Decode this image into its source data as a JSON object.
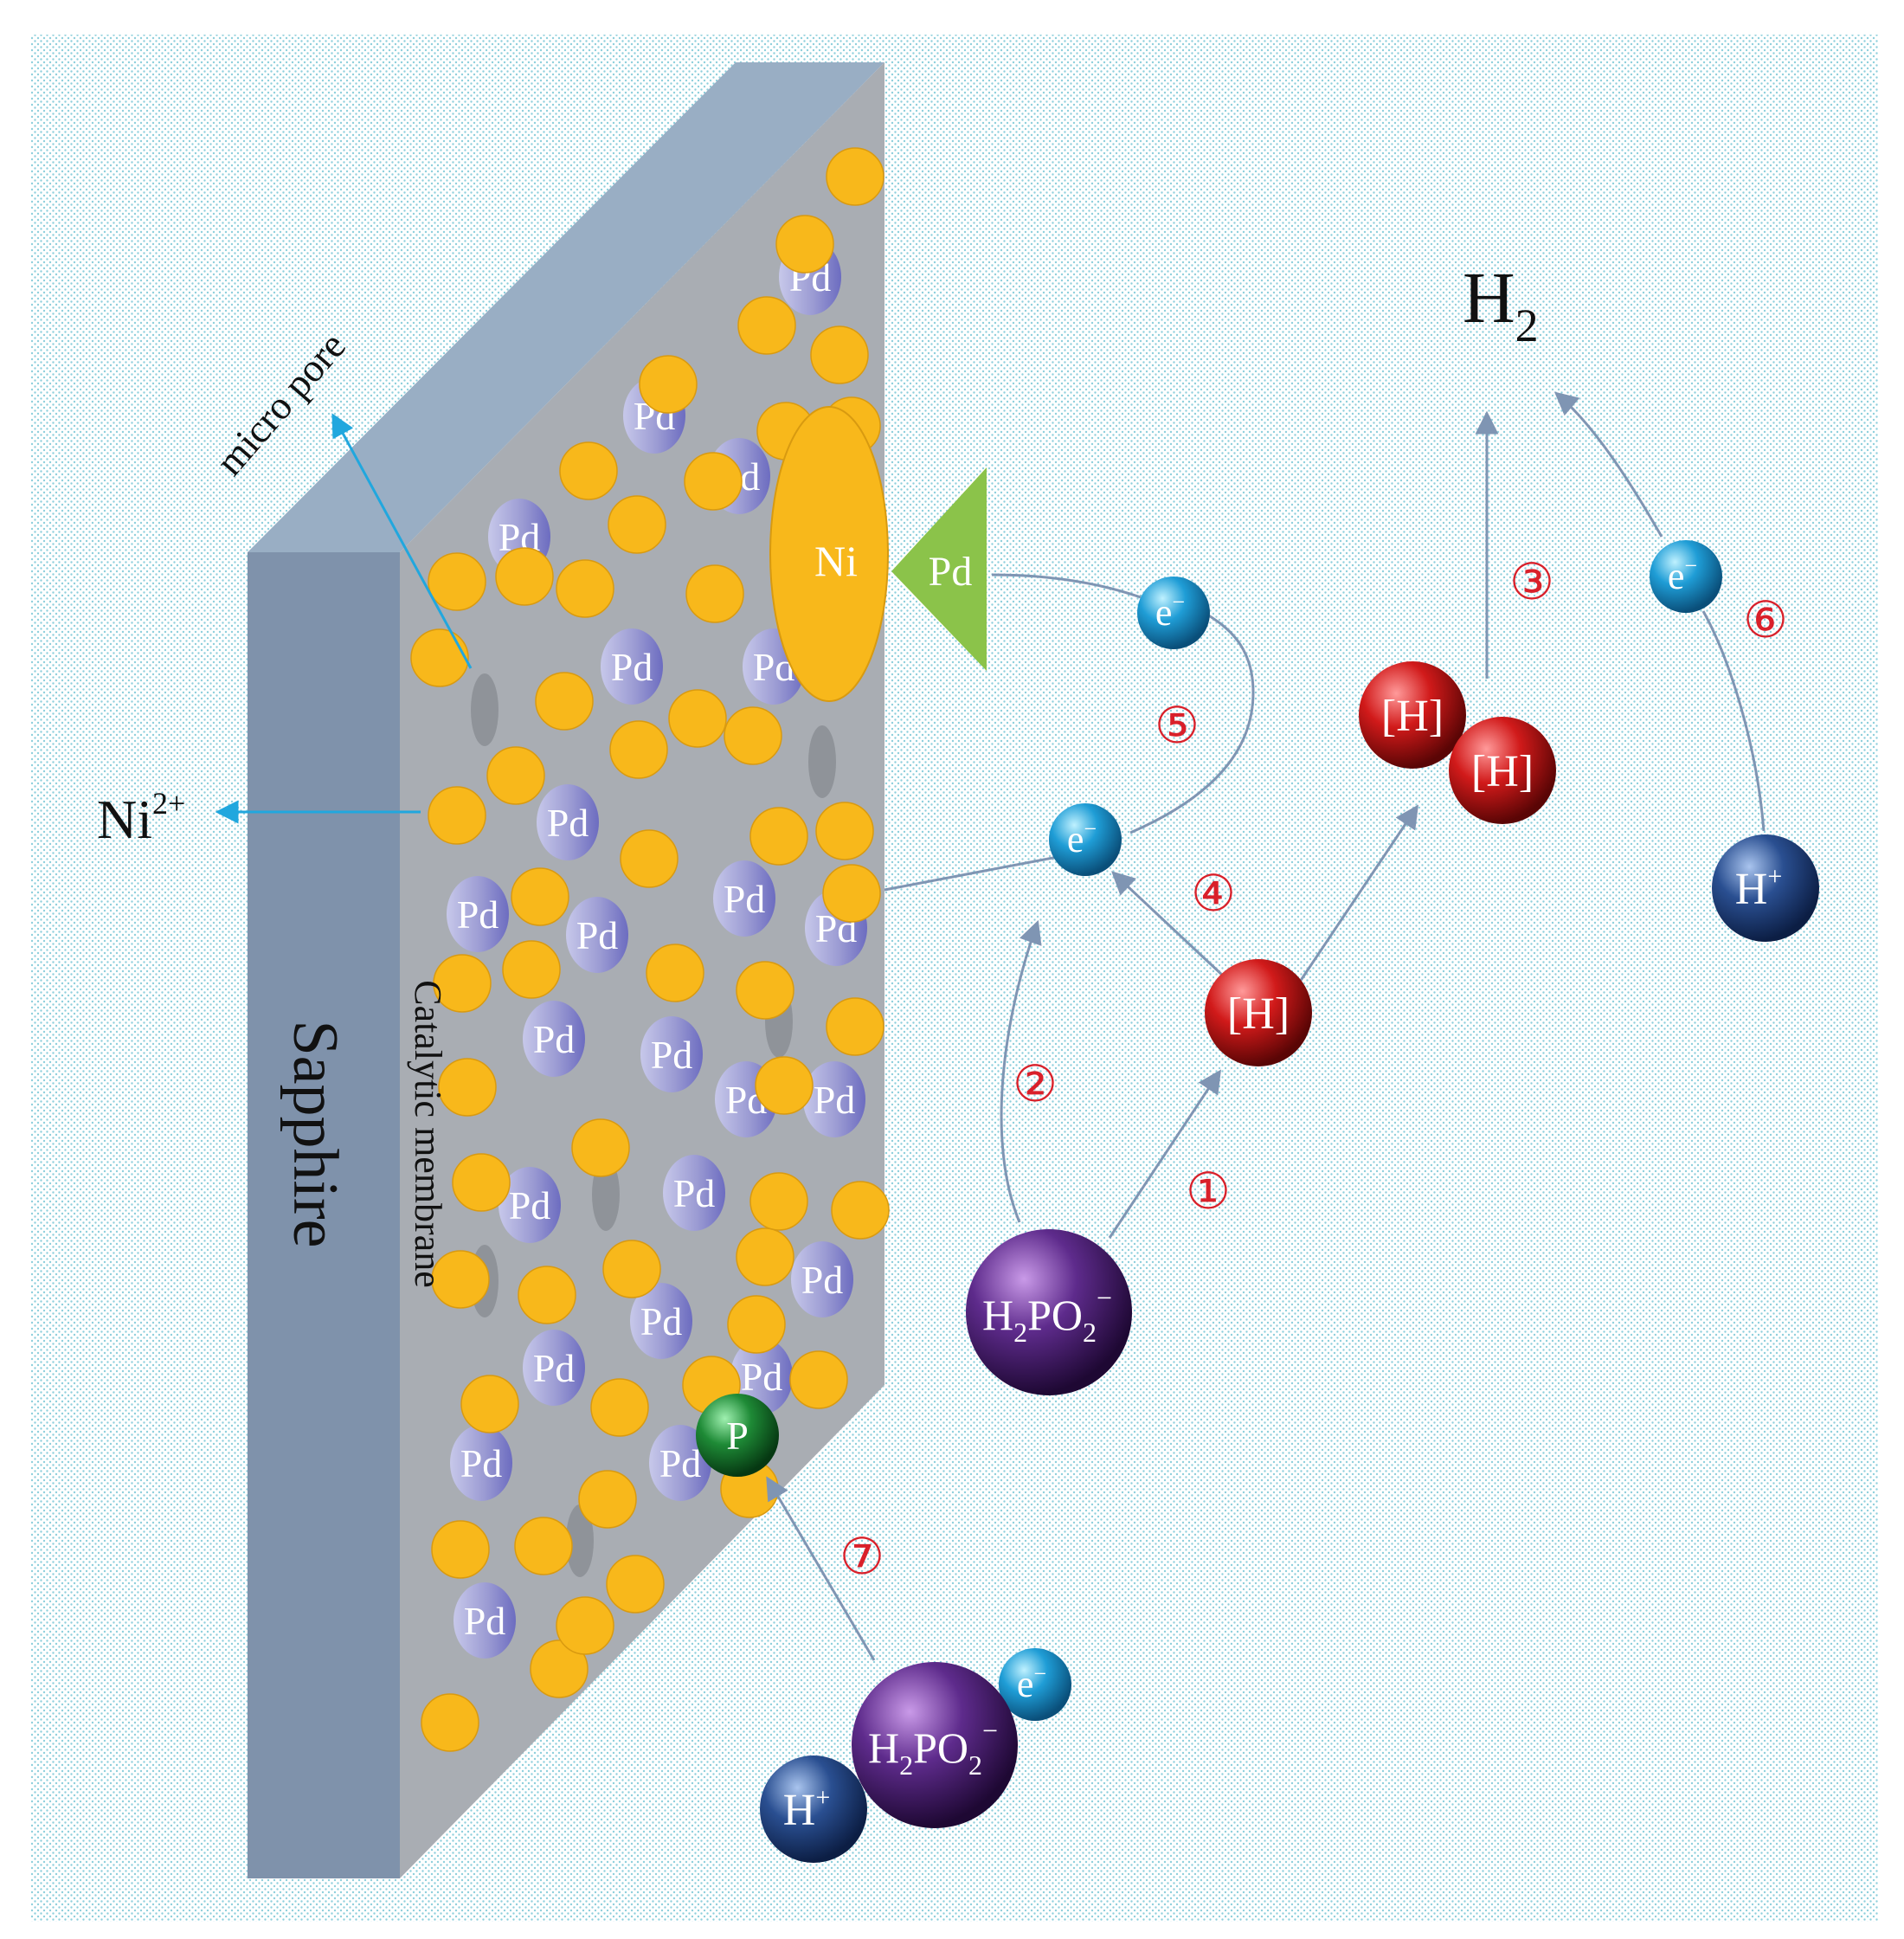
{
  "labels": {
    "substrate": "Sapphire",
    "membrane": "Catalytic membrane",
    "micro_pore": "micro pore",
    "nickel_ion_base": "Ni",
    "nickel_ion_charge": "2+",
    "hydrogen_gas_base": "H",
    "hydrogen_gas_sub": "2",
    "nickel_cluster": "Ni",
    "pd_wedge": "Pd",
    "pd_particle": "Pd",
    "electron": "e",
    "electron_charge": "−",
    "hydrogen_atom": "[H]",
    "proton_base": "H",
    "proton_charge": "+",
    "phosphorus": "P",
    "hypophosphite_h": "H",
    "hypophosphite_sub1": "2",
    "hypophosphite_po": "PO",
    "hypophosphite_sub2": "2",
    "hypophosphite_charge": "−"
  },
  "steps": [
    "①",
    "②",
    "③",
    "④",
    "⑤",
    "⑥",
    "⑦"
  ],
  "colors": {
    "background_dots": "#8ecfdc",
    "substrate_front": "#7f92ab",
    "substrate_top": "#99aec4",
    "membrane_face": "#a9adb3",
    "gold_particle": "#f8b81b",
    "pd_particle": "#8c8ccc",
    "pd_wedge": "#8bc34a",
    "electron": "#1f9dd6",
    "hydrogen_atom": "#d11a1a",
    "proton": "#2a4f91",
    "hypophosphite": "#5e2b8c",
    "phosphorus": "#1e8a36",
    "arrow_gray": "#7f95b3",
    "arrow_cyan": "#21a7de",
    "step_red": "#d9202a"
  }
}
